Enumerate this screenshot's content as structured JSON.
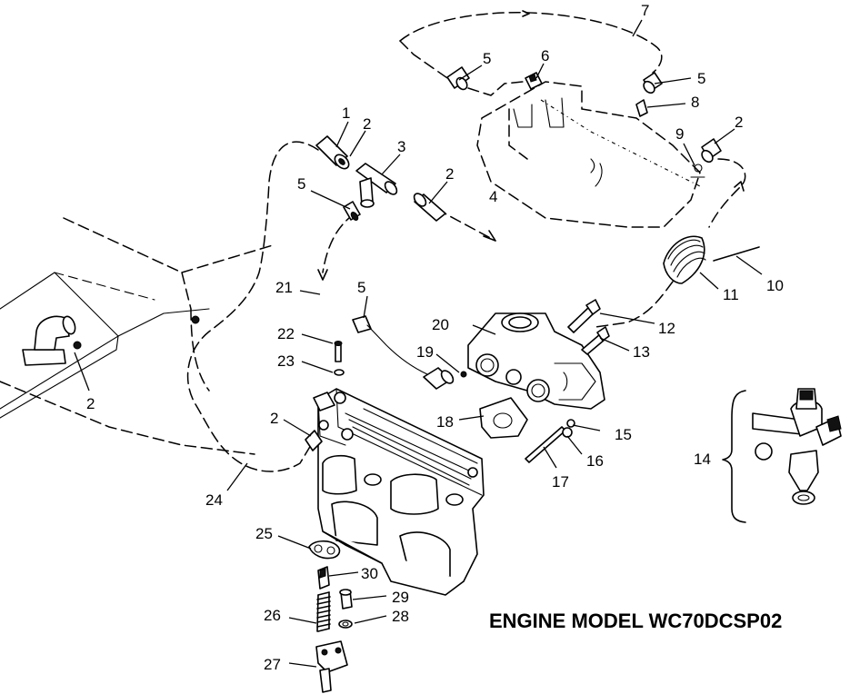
{
  "title": "ENGINE MODEL WC70DCSP02",
  "callouts": {
    "c1": "1",
    "c2": "2",
    "c3": "3",
    "c4": "4",
    "c5": "5",
    "c6": "6",
    "c7": "7",
    "c8": "8",
    "c9": "9",
    "c10": "10",
    "c11": "11",
    "c12": "12",
    "c13": "13",
    "c14": "14",
    "c15": "15",
    "c16": "16",
    "c17": "17",
    "c18": "18",
    "c19": "19",
    "c20": "20",
    "c21": "21",
    "c22": "22",
    "c23": "23",
    "c24": "24",
    "c25": "25",
    "c26": "26",
    "c27": "27",
    "c28": "28",
    "c29": "29",
    "c30": "30"
  }
}
